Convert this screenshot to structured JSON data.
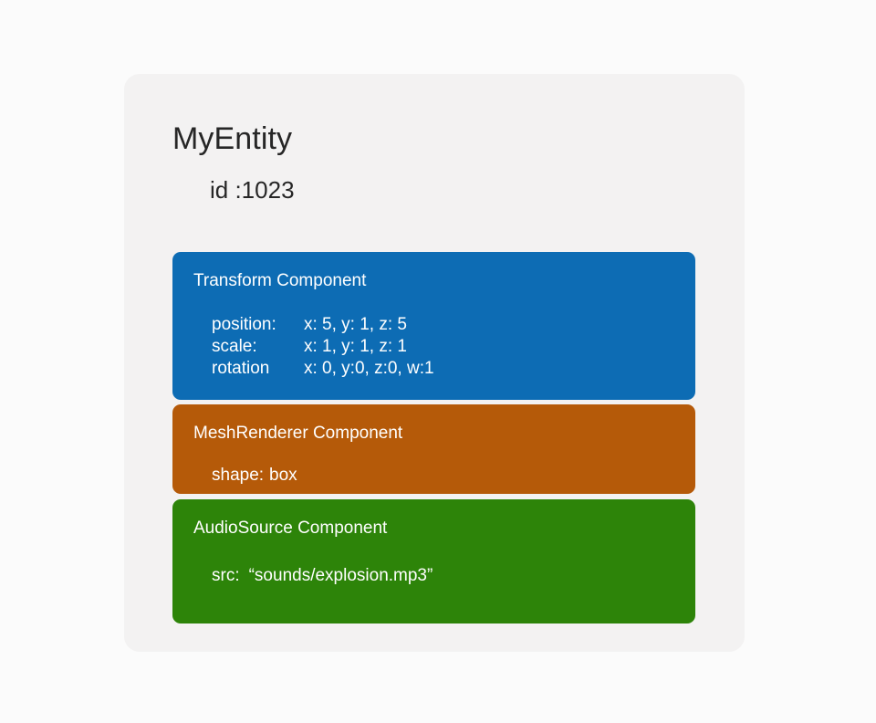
{
  "colors": {
    "page_background": "#fbfbfb",
    "card_background": "#f3f2f2",
    "transform_block": "#0d6cb4",
    "meshrenderer_block": "#b55a09",
    "audiosource_block": "#2d8409",
    "title_text": "#262626",
    "block_text": "#ffffff"
  },
  "entity": {
    "name": "MyEntity",
    "id_label": "id :1023",
    "components": [
      {
        "key": "transform",
        "title": "Transform Component",
        "properties": [
          {
            "key": "position:",
            "value": "x: 5, y: 1, z: 5"
          },
          {
            "key": "scale:",
            "value": "x: 1, y: 1, z: 1"
          },
          {
            "key": "rotation",
            "value": "x: 0, y:0, z:0, w:1"
          }
        ]
      },
      {
        "key": "meshrenderer",
        "title": "MeshRenderer Component",
        "properties": [
          {
            "key": "shape:",
            "value": "box"
          }
        ]
      },
      {
        "key": "audiosource",
        "title": "AudioSource Component",
        "properties": [
          {
            "key": "src:",
            "value": "“sounds/explosion.mp3”"
          }
        ]
      }
    ]
  }
}
